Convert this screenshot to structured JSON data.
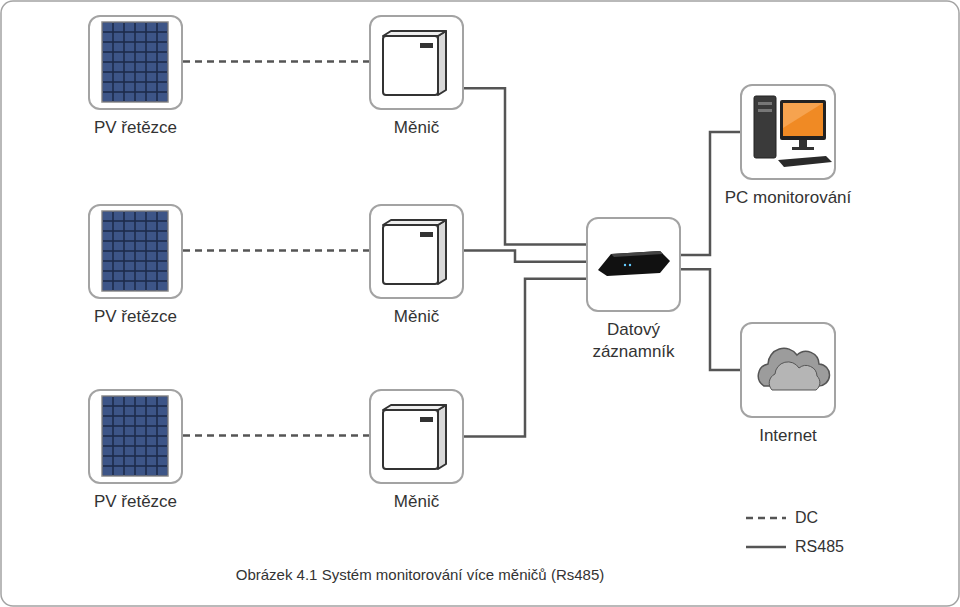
{
  "diagram": {
    "caption": "Obrázek 4.1 Systém monitorování více měničů (Rs485)",
    "nodes": [
      {
        "text": [
          "PV řetězce"
        ]
      },
      {
        "text": [
          "Měnič"
        ]
      },
      {
        "text": [
          "PV řetězce"
        ]
      },
      {
        "text": [
          "Měnič"
        ]
      },
      {
        "text": [
          "PV řetězce"
        ]
      },
      {
        "text": [
          "Měnič"
        ]
      },
      {
        "text": [
          "Datový záznamník"
        ]
      },
      {
        "text": [
          "PC monitorování"
        ]
      },
      {
        "text": [
          "Internet"
        ]
      }
    ],
    "edges": [
      {
        "from": 0,
        "to": 1,
        "arrow": "none"
      },
      {
        "from": 2,
        "to": 3,
        "arrow": "none"
      },
      {
        "from": 4,
        "to": 5,
        "arrow": "none"
      },
      {
        "from": 1,
        "to": 6,
        "arrow": "none"
      },
      {
        "from": 3,
        "to": 6,
        "arrow": "none"
      },
      {
        "from": 5,
        "to": 6,
        "arrow": "none"
      },
      {
        "from": 6,
        "to": 7,
        "arrow": "none"
      },
      {
        "from": 6,
        "to": 8,
        "arrow": "none"
      }
    ],
    "legend": [
      {
        "text": "DC"
      },
      {
        "text": "RS485"
      }
    ]
  }
}
